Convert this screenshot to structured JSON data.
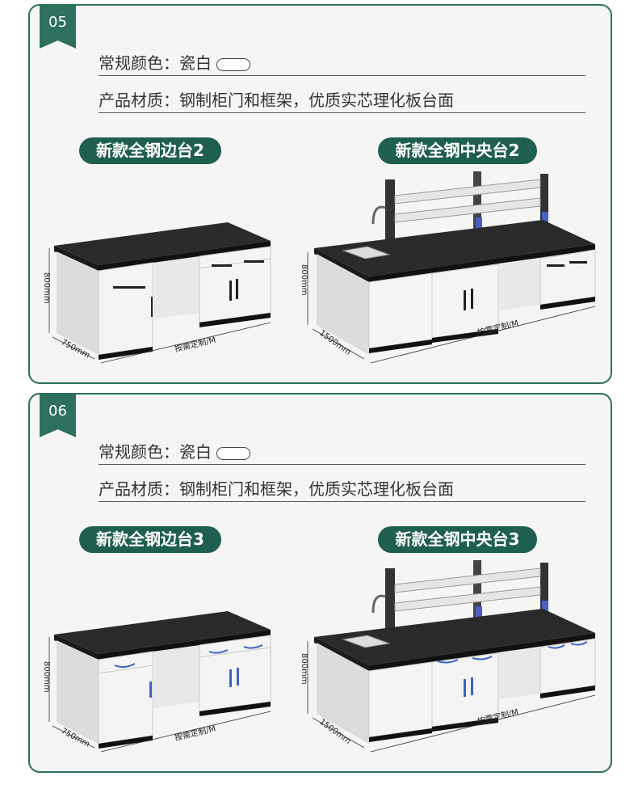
{
  "sections": [
    {
      "number": "05",
      "color_label": "常规颜色：瓷白",
      "material_label": "产品材质：钢制柜门和框架，优质实芯理化板台面",
      "left_title": "新款全钢边台2",
      "right_title": "新款全钢中央台2",
      "dims_left": {
        "height": "800mm",
        "depth": "750mm",
        "length": "按需定制/M"
      },
      "dims_right": {
        "height": "800mm",
        "depth": "1500mm",
        "length": "按需定制/M"
      }
    },
    {
      "number": "06",
      "color_label": "常规颜色：瓷白",
      "material_label": "产品材质：钢制柜门和框架，优质实芯理化板台面",
      "left_title": "新款全钢边台3",
      "right_title": "新款全钢中央台3",
      "dims_left": {
        "height": "800mm",
        "depth": "750mm",
        "length": "按需定制/M"
      },
      "dims_right": {
        "height": "800mm",
        "depth": "1500mm",
        "length": "按需定制/M"
      }
    }
  ],
  "colors": {
    "frame": "#2e6f5e",
    "pill": "#1f5f4f",
    "top": "#2a2a2a",
    "cabinet": "#f2f2f2",
    "handle": "#3b63c4"
  }
}
